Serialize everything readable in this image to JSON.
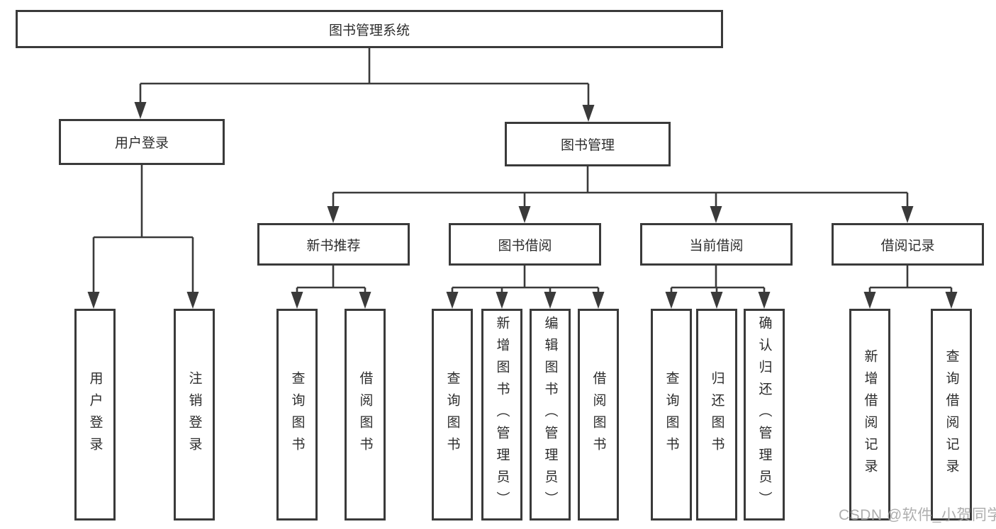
{
  "diagram": {
    "root": {
      "label": "图书管理系统"
    },
    "branches": {
      "user_login": {
        "label": "用户登录"
      },
      "book_management": {
        "label": "图书管理"
      }
    },
    "sections": {
      "new_book": {
        "label": "新书推荐"
      },
      "book_borrow": {
        "label": "图书借阅"
      },
      "current_borrow": {
        "label": "当前借阅"
      },
      "borrow_record": {
        "label": "借阅记录"
      }
    },
    "leaves": {
      "user_login_leaf": "用户登录",
      "logout": "注销登录",
      "nb_query_book": "查询图书",
      "nb_borrow_book": "借阅图书",
      "bb_query_book": "查询图书",
      "bb_add_book": "新增图书（管理员）",
      "bb_edit_book": "编辑图书（管理员）",
      "bb_borrow_book": "借阅图书",
      "cb_query_book": "查询图书",
      "cb_return_book": "归还图书",
      "cb_confirm_return": "确认归还（管理员）",
      "br_add_record": "新增借阅记录",
      "br_query_record": "查询借阅记录"
    }
  },
  "watermark": {
    "text": "CSDN @软件_小贺同学"
  },
  "colors": {
    "line": "#3a3a3a",
    "text": "#2d2d2d",
    "watermark": "#a5a5a5",
    "background": "#ffffff"
  }
}
